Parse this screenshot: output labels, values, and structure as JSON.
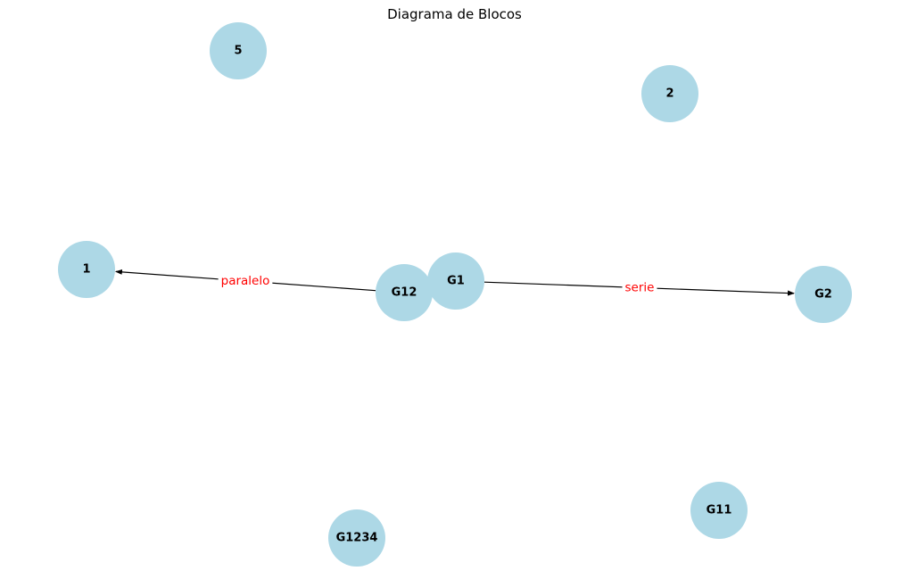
{
  "title": "Diagrama de Blocos",
  "colors": {
    "node_fill": "#add8e6",
    "edge": "#000000",
    "edge_label": "#ff0000",
    "background": "#ffffff"
  },
  "nodes": [
    {
      "id": "5",
      "label": "5"
    },
    {
      "id": "2",
      "label": "2"
    },
    {
      "id": "1",
      "label": "1"
    },
    {
      "id": "G12",
      "label": "G12"
    },
    {
      "id": "G1",
      "label": "G1"
    },
    {
      "id": "G2",
      "label": "G2"
    },
    {
      "id": "G1234",
      "label": "G1234"
    },
    {
      "id": "G11",
      "label": "G11"
    }
  ],
  "edges": [
    {
      "from": "G12",
      "to": "1",
      "label": "paralelo"
    },
    {
      "from": "G1",
      "to": "G2",
      "label": "serie"
    }
  ]
}
